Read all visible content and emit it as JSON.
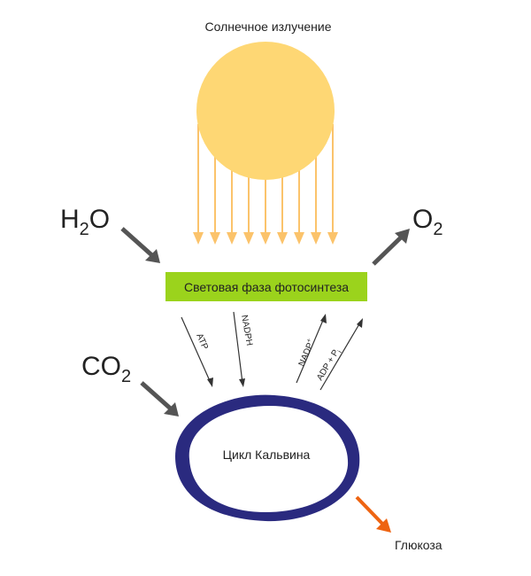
{
  "title": "Солнечное излучение",
  "light_phase": {
    "label": "Световая фаза фотосинтеза",
    "color": "#9BD31C"
  },
  "sun": {
    "color": "#FED774",
    "ray_color": "#FBC36B"
  },
  "inputs": {
    "water": {
      "base": "H",
      "sub": "2",
      "tail": "O"
    },
    "carbon_dioxide": {
      "base": "CO",
      "sub": "2"
    }
  },
  "outputs": {
    "oxygen": {
      "base": "O",
      "sub": "2"
    },
    "glucose": "Глюкоза"
  },
  "flows": {
    "atp": "ATP",
    "nadph": "NADPH",
    "nadp": {
      "base": "NADP",
      "sup": "+"
    },
    "adp": {
      "base": "ADP + P",
      "sub": "i"
    }
  },
  "calvin_cycle": {
    "label": "Цикл Кальвина",
    "color": "#2A2A7F"
  },
  "colors": {
    "gray_arrow": "#555555",
    "thin_arrow": "#333333",
    "glucose_arrow": "#EE6412",
    "text": "#222222"
  }
}
